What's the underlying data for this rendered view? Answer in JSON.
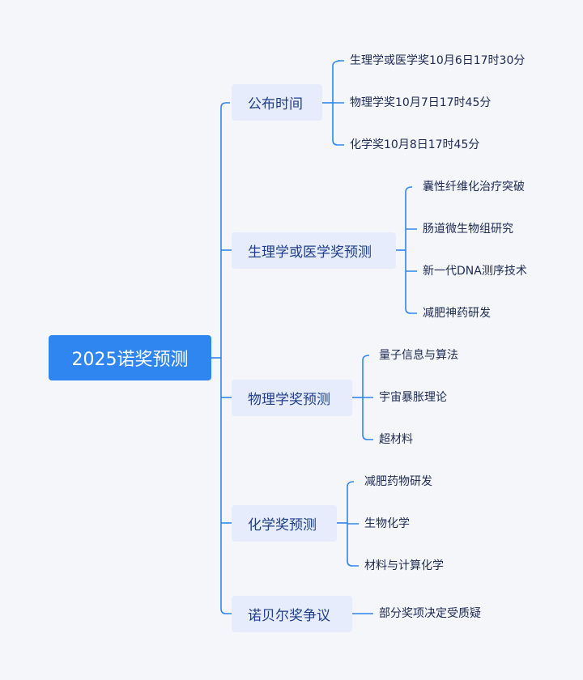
{
  "root": {
    "label": "2025诺奖预测"
  },
  "branches": [
    {
      "label": "公布时间",
      "leaves": [
        "生理学或医学奖10月6日17时30分",
        "物理学奖10月7日17时45分",
        "化学奖10月8日17时45分"
      ]
    },
    {
      "label": "生理学或医学奖预测",
      "leaves": [
        "囊性纤维化治疗突破",
        "肠道微生物组研究",
        "新一代DNA测序技术",
        "减肥神药研发"
      ]
    },
    {
      "label": "物理学奖预测",
      "leaves": [
        "量子信息与算法",
        "宇宙暴胀理论",
        "超材料"
      ]
    },
    {
      "label": "化学奖预测",
      "leaves": [
        "减肥药物研发",
        "生物化学",
        "材料与计算化学"
      ]
    },
    {
      "label": "诺贝尔奖争议",
      "leaves": [
        "部分奖项决定受质疑"
      ]
    }
  ],
  "colors": {
    "root": "#2f86f0",
    "branch_bg": "#e6ecfb",
    "line": "#2f86f0",
    "branch_text": "#1e3e8c",
    "leaf_text": "#1c2a54"
  }
}
